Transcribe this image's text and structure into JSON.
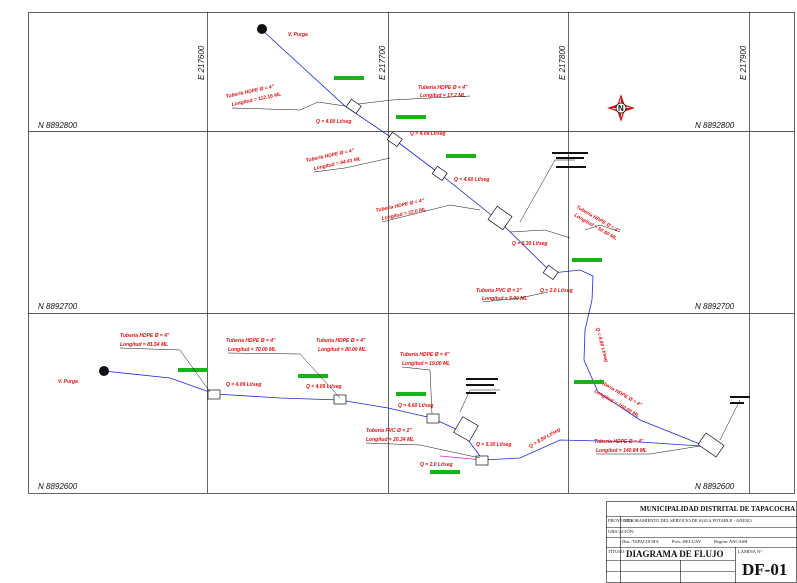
{
  "grid": {
    "east": [
      "E 217600",
      "E 217700",
      "E 217800",
      "E 217900"
    ],
    "north_labels": {
      "n1_left": "N 8892800",
      "n1_right": "N 8892800",
      "n2_left": "N 8892700",
      "n2_right": "N 8892700",
      "n3_left": "N 8892600",
      "n3_right": "N 8892600"
    }
  },
  "upper_branch": {
    "purge": "V. Purga",
    "pipe1_a": "Tubería HDPE Ø = 4\"",
    "pipe1_b": "Longitud = 112.16 ML",
    "pipe2_a": "Tubería HDPE Ø = 4\"",
    "pipe2_b": "Longitud = 17.2 ML",
    "q1": "Q = 4.00 Lt/seg",
    "q2": "Q = 4.09 Lt/seg",
    "pipe3_a": "Tubería HDPE Ø = 4\"",
    "pipe3_b": "Longitud = 94.41 ML",
    "q3": "Q = 4.60 Lt/seg",
    "pipe4_a": "Tubería HDPE Ø = 4\"",
    "pipe4_b": "Longitud = 22.0 ML",
    "q4": "Q = 5.30 Lt/seg",
    "pipe5_a": "Tubería HDPE Ø = 4\"",
    "pipe5_b": "Longitud = 50.60 ML",
    "pipe6_a": "Tubería PVC Ø = 2\"",
    "pipe6_b": "Longitud = 5.00 ML",
    "q5": "Q = 2.0 Lt/seg",
    "vert_q": "Q = 8.80 Lt/seg",
    "pipe7_a": "Tubería HDPE Ø = 4\"",
    "pipe7_b": "Longitud = 160.00 ML"
  },
  "lower_branch": {
    "purge": "V. Purga",
    "pipe1_a": "Tubería HDPE Ø = 4\"",
    "pipe1_b": "Longitud = 81.54 ML",
    "pipe2_a": "Tubería HDPE Ø = 4\"",
    "pipe2_b": "Longitud = 70.00 ML",
    "pipe3_a": "Tubería HDPE Ø = 4\"",
    "pipe3_b": "Longitud = 80.00 ML",
    "q1": "Q = 4.09 Lt/seg",
    "q2": "Q = 4.09 Lt/seg",
    "pipe4_a": "Tubería HDPE Ø = 4\"",
    "pipe4_b": "Longitud = 19.00 ML",
    "q3": "Q = 4.60 Lt/seg",
    "q4": "Q = 5.30 Lt/seg",
    "pipe5_a": "Tubería PVC Ø = 2\"",
    "pipe5_b": "Longitud = 20.34 ML",
    "q5": "Q = 2.0 Lt/seg",
    "q6": "Q = 8.80 Lt/seg",
    "pipe6_a": "Tubería HDPE Ø = 4\"",
    "pipe6_b": "Longitud = 140.84 ML"
  },
  "title_block": {
    "org": "MUNICIPALIDAD DISTRITAL DE TAPACOCHA",
    "project_lbl": "PROYECTO:",
    "project": "MEJORAMIENTO DEL SERVICIO DE AGUA POTABLE - ANEXO",
    "ubic_lbl": "UBICACIÓN:",
    "title_lbl": "TÍTULO:",
    "title": "DIAGRAMA DE FLUJO",
    "sheet_lbl": "LÁMINA N°:",
    "sheet": "DF-01",
    "dist_lbl": "Dist.:",
    "dist": "TAPACOCHA",
    "prov_lbl": "Prov.:",
    "prov": "RECUAY",
    "reg_lbl": "Región:",
    "reg": "ÁNCASH"
  }
}
